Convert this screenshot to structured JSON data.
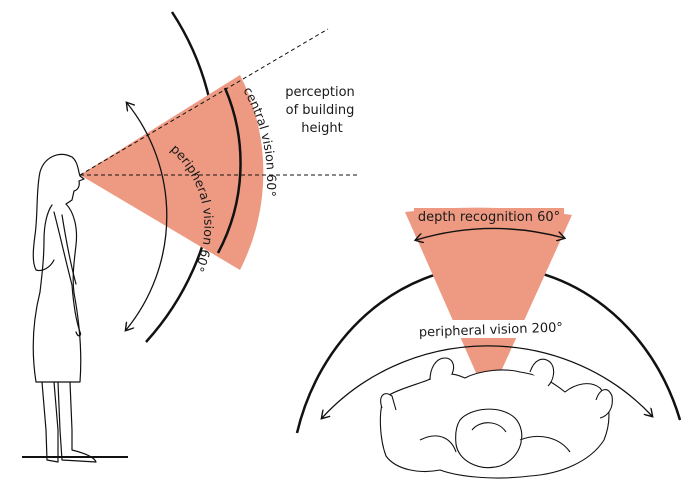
{
  "labels": {
    "perception_line1": "perception",
    "perception_line2": "of building",
    "perception_line3": "height",
    "central_vision": "central vision 60°",
    "peripheral_vision_side": "peripheral vision 60°",
    "depth_recognition": "depth recognition 60°",
    "peripheral_vision_top": "peripheral vision 200°"
  },
  "colors": {
    "cone_fill": "#ee9a82",
    "stroke": "#111111",
    "background": "#ffffff"
  }
}
